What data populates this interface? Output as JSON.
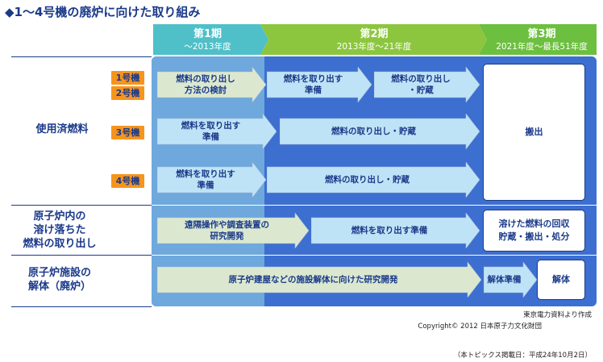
{
  "title": "◆1～4号機の廃炉に向けた取り組み",
  "phases": [
    {
      "name": "第1期",
      "range": "～2013年度"
    },
    {
      "name": "第2期",
      "range": "2013年度～21年度"
    },
    {
      "name": "第3期",
      "range": "2021年度～最長51年度"
    }
  ],
  "rows": {
    "fuel": {
      "label": "使用済燃料"
    },
    "debris": {
      "label_lines": [
        "原子炉内の",
        "溶け落ちた",
        "燃料の取り出し"
      ]
    },
    "dismantle": {
      "label_lines": [
        "原子炉施設の",
        "解体（廃炉）"
      ]
    }
  },
  "units": [
    "1号機",
    "2号機",
    "3号機",
    "4号機"
  ],
  "arrows": {
    "u12_a": [
      "燃料の取り出し",
      "方法の検討"
    ],
    "u12_b": [
      "燃料を取り出す",
      "準備"
    ],
    "u12_c": [
      "燃料の取り出し",
      "・貯蔵"
    ],
    "u3_a": [
      "燃料を取り出す",
      "準備"
    ],
    "u3_b": [
      "燃料の取り出し・貯蔵"
    ],
    "u4_a": [
      "燃料を取り出す",
      "準備"
    ],
    "u4_b": [
      "燃料の取り出し・貯蔵"
    ],
    "deb_a": [
      "遠隔操作や調査装置の",
      "研究開発"
    ],
    "deb_b": [
      "燃料を取り出す準備"
    ],
    "dis_a": [
      "原子炉建屋などの施設解体に向けた研究開発"
    ],
    "dis_b": [
      "解体準備"
    ]
  },
  "boxes": {
    "carry_out": "搬出",
    "debris_end": [
      "溶けた燃料の回収",
      "貯蔵・搬出・処分"
    ],
    "dismantle_end": "解体"
  },
  "source": "東京電力資料より作成",
  "copyright": "Copyright© 2012 日本原子力文化財団",
  "posted": "（本トピックス掲載日：平成24年10月2日）",
  "colors": {
    "navy": "#1a3a8a",
    "phase1_head": "#4fc0c8",
    "phase2_head": "#8cc63f",
    "phase3_head": "#7ac143",
    "panel1": "#6fa8dc",
    "panel2": "#3d6fd1",
    "arrow_green": "#dbe8cf",
    "arrow_blue": "#bfe3f6",
    "unit_orange": "#f7941d"
  }
}
